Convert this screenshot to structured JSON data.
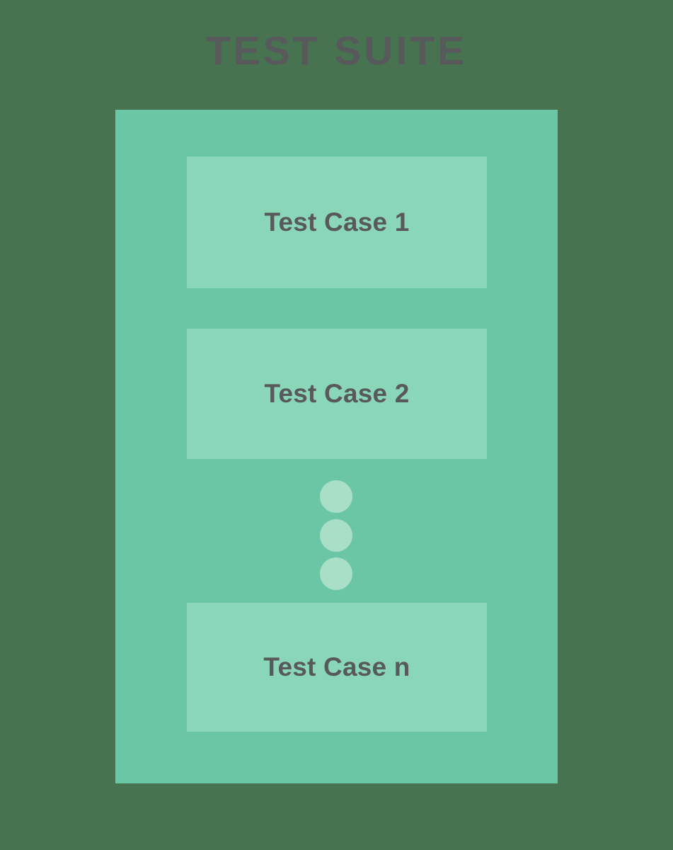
{
  "diagram": {
    "title": "TEST SUITE",
    "background_color": "#477350",
    "container": {
      "name": "Test Suite",
      "fill_color": "#6BC6A6"
    },
    "box_fill_color": "#8AD6B8",
    "dot_fill_color": "#A8DFC6",
    "text_color": "#58595B",
    "test_cases": [
      {
        "label": "Test Case 1"
      },
      {
        "label": "Test Case 2"
      },
      {
        "label": "Test Case n"
      }
    ],
    "ellipsis": {
      "symbol": "vertical-ellipsis",
      "dot_count": 3,
      "meaning": "additional test cases omitted"
    }
  }
}
